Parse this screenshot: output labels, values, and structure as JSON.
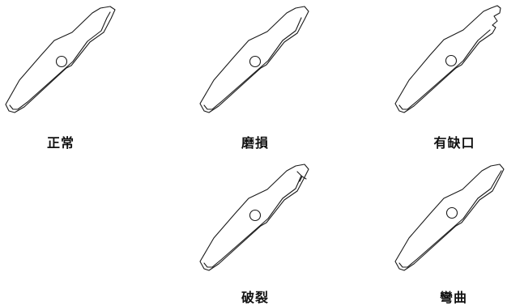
{
  "panels": [
    {
      "id": "normal",
      "label": "正常"
    },
    {
      "id": "worn",
      "label": "磨損"
    },
    {
      "id": "notched",
      "label": "有缺口"
    },
    {
      "id": "cracked",
      "label": "破裂"
    },
    {
      "id": "bent",
      "label": "彎曲"
    }
  ],
  "colors": {
    "stroke": "#1a1a1a",
    "background": "#ffffff",
    "text": "#111111"
  }
}
